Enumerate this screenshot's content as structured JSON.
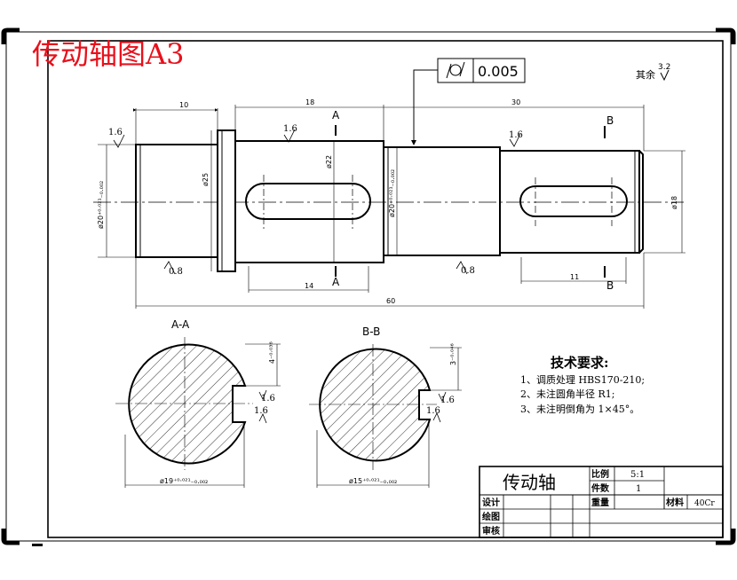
{
  "header": {
    "title": "传动轴图A3"
  },
  "annotations": {
    "tolerance_value": "0.005",
    "qita": "其余",
    "qita_value": "3.2",
    "roughness_16": "1.6",
    "roughness_08": "0.8"
  },
  "dimensions": {
    "d10": "10",
    "d18": "18",
    "d30": "30",
    "d14": "14",
    "d11": "11",
    "d60": "60",
    "phi20_left": "ø20⁺⁰·⁰²¹₋₀.₀₀₂",
    "phi25": "ø25",
    "phi22": "ø22",
    "phi20_mid": "ø20⁺⁰·⁰²¹₋₀.₀₀₂",
    "phi18": "ø18",
    "phi19": "ø19⁺⁰·⁰²¹₋₀.₀₀₂",
    "phi15": "ø15⁺⁰·⁰²¹₋₀.₀₀₂",
    "key4": "4⁻⁰·⁰³⁶",
    "key3": "3⁻⁰·⁰⁴⁶"
  },
  "sections": {
    "A": "A",
    "B": "B",
    "AA": "A-A",
    "BB": "B-B"
  },
  "requirements": {
    "heading": "技术要求:",
    "items": [
      "1、调质处理 HBS170-210;",
      "2、未注圆角半径 R1;",
      "3、未注明倒角为 1×45°。"
    ]
  },
  "title_block": {
    "part_name": "传动轴",
    "scale_label": "比例",
    "scale_value": "5:1",
    "qty_label": "件数",
    "qty_value": "1",
    "weight_label": "重量",
    "material_label": "材料",
    "material_value": "40Cr",
    "design_label": "设计",
    "drawing_label": "绘图",
    "review_label": "审核"
  },
  "colors": {
    "title_red": "#e8101b",
    "ink": "#000000"
  }
}
